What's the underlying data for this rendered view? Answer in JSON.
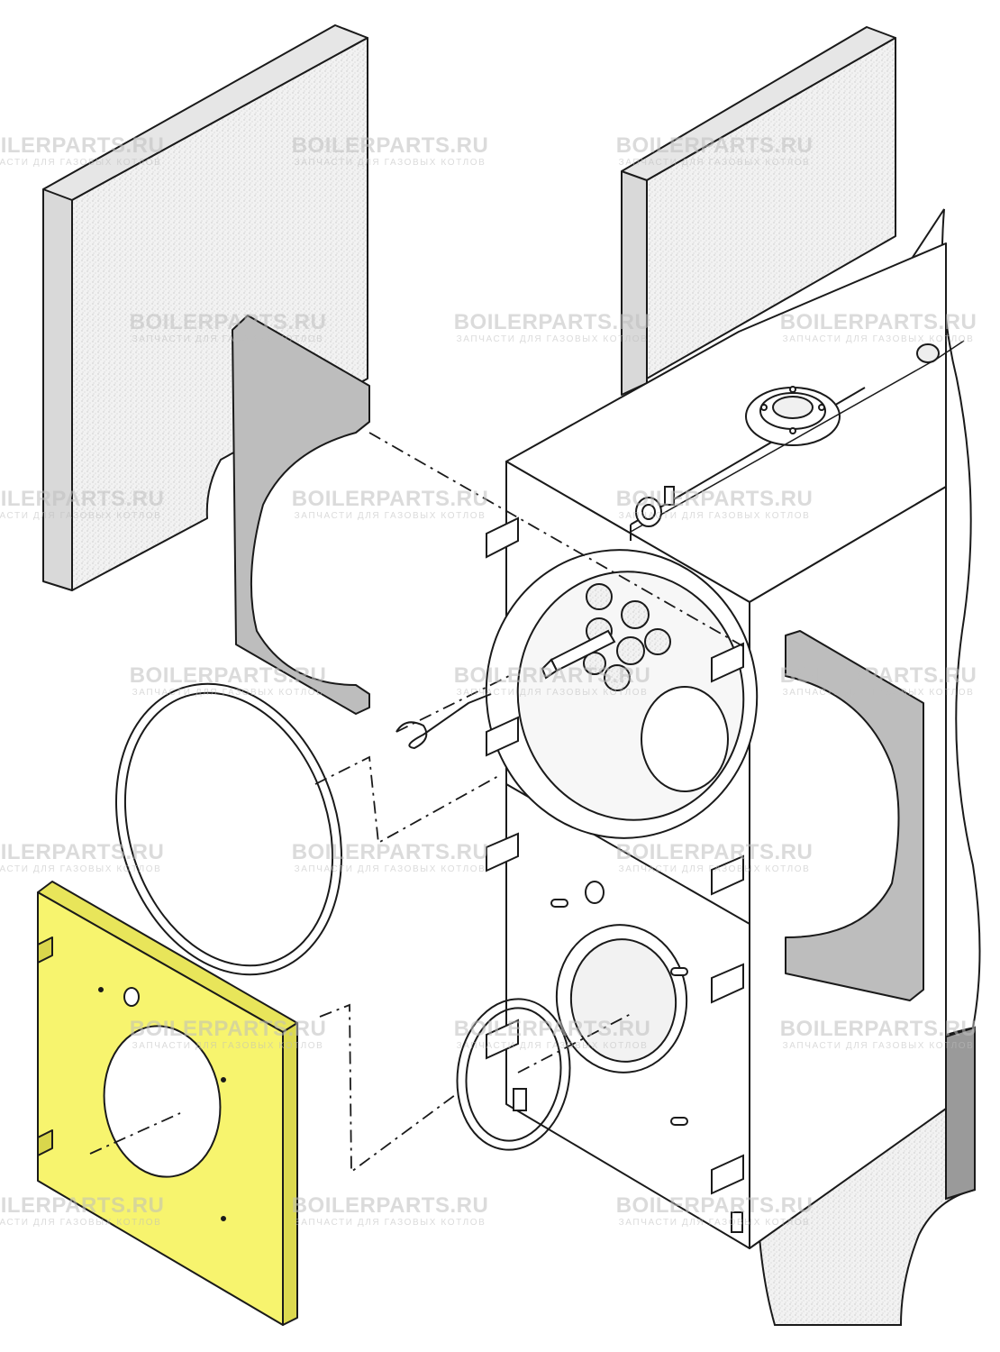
{
  "watermark": {
    "brand": "BOILERPARTS.RU",
    "tagline": "ЗАПЧАСТИ ДЛЯ ГАЗОВЫХ КОТЛОВ"
  },
  "colors": {
    "highlight_panel": "#f7f46e",
    "insulation_fill": "#ececec",
    "gasket_fill": "#b9b9b9",
    "line": "#1a1a1a",
    "boiler_body": "#ffffff",
    "jacket_shadow": "#d6d6d6"
  },
  "parts": {
    "highlighted": "front-insulation-panel"
  }
}
